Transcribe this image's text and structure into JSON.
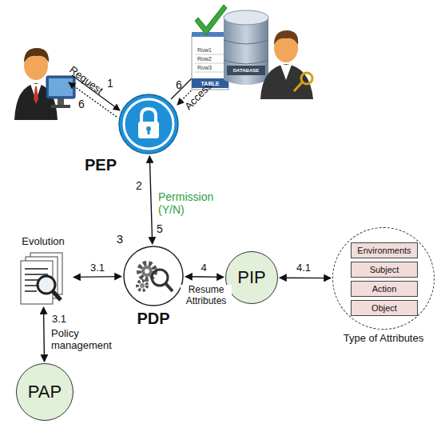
{
  "diagram": {
    "nodes": [
      {
        "text": [
          "PEP"
        ]
      },
      {
        "text": [
          "PDP"
        ]
      },
      {
        "text": [
          "Evolution"
        ]
      },
      {
        "text": [
          "PAP"
        ]
      },
      {
        "text": [
          "PIP"
        ]
      },
      {
        "text": [
          "Type of Attributes"
        ]
      },
      {
        "text": [
          "Environments"
        ],
        "in": 5
      },
      {
        "text": [
          "Subject"
        ],
        "in": 5
      },
      {
        "text": [
          "Action"
        ],
        "in": 5
      },
      {
        "text": [
          "Object"
        ],
        "in": 5
      }
    ],
    "edges": [
      {
        "from": 0,
        "to": 1,
        "label": "Permission (Y/N)",
        "arrow": "both"
      },
      {
        "from": 2,
        "to": 1,
        "arrow": "both"
      },
      {
        "from": 2,
        "to": 3,
        "label": "Policy management",
        "arrow": "both"
      },
      {
        "from": 1,
        "to": 4,
        "label": "Resume Attributes",
        "arrow": "both"
      },
      {
        "from": 4,
        "to": 5,
        "arrow": "both"
      }
    ],
    "labels": [
      "1",
      "Request",
      "6",
      "6",
      "Access",
      "2",
      "5",
      "3",
      "3.1",
      "3.1",
      "4",
      "4.1",
      "Row1",
      "Row2",
      "Row3",
      "TABLE",
      "DATABASE"
    ]
  }
}
